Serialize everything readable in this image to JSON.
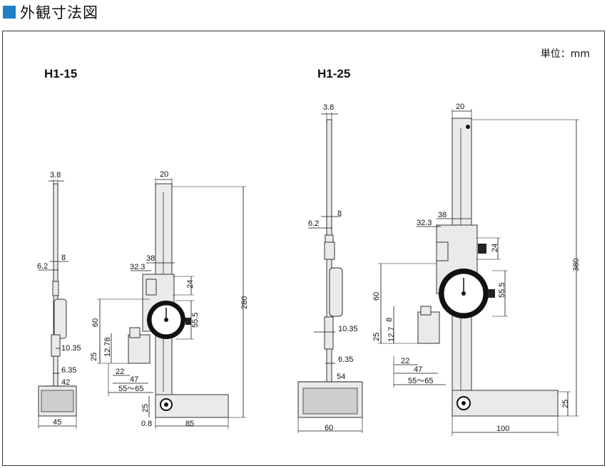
{
  "header": {
    "title": "外観寸法図"
  },
  "unit_label": "単位：mm",
  "models": {
    "left": "H1-15",
    "right": "H1-25"
  },
  "dims_left": {
    "d3_8": "3.8",
    "d8": "8",
    "d6_2": "6.2",
    "d10_35": "10.35",
    "d6_35": "6.35",
    "d42": "42",
    "d45": "45",
    "d20": "20",
    "d38": "38",
    "d32_3": "32.3",
    "d24": "24",
    "d280": "280",
    "d55_5": "55.5",
    "d60": "60",
    "d12_78": "12.78",
    "d25": "25",
    "d22": "22",
    "d47": "47",
    "d55_65": "55～65",
    "d25b": "25",
    "d0_8": "0.8",
    "d85": "85"
  },
  "dims_right": {
    "d3_8": "3.8",
    "d6_2": "6.2",
    "d8": "8",
    "d10_35": "10.35",
    "d6_35": "6.35",
    "d54": "54",
    "d60b": "60",
    "d20": "20",
    "d38": "38",
    "d32_3": "32.3",
    "d24": "24",
    "d380": "380",
    "d55_5": "55.5",
    "d60": "60",
    "d8s": "8",
    "d12_7": "12.7",
    "d25": "25",
    "d22": "22",
    "d47": "47",
    "d55_65": "55～65",
    "d25b": "25",
    "d100": "100"
  }
}
